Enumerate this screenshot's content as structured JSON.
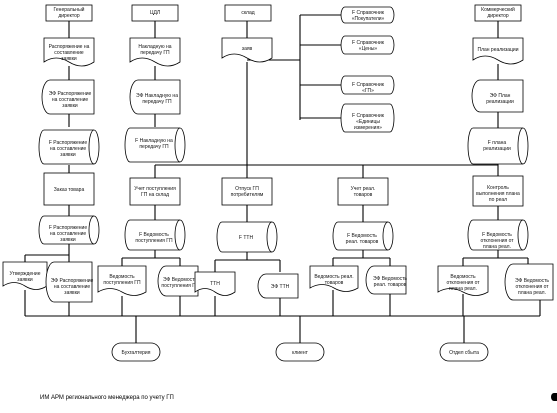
{
  "nodes": {
    "gendir": "Генеральный директор",
    "cdl": "ЦДЛ",
    "skl": "склад",
    "sprav_pok": "F Справочник «Покупатели»",
    "sprav_tsen": "F Справочник «Цены»",
    "sprav_gp": "F Справочник «ГП»",
    "sprav_ed": "F Справочник «Единицы измерения»",
    "komdir": "Коммерческий директор",
    "razr1": "Распоряжение на составление заявки",
    "nakl1": "Накладную на передачу ГП",
    "zayav": "заяв",
    "plan1": "План реализации",
    "razr_ef": "ЭФ Распоряжение на составление заявки",
    "nakl_ef": "ЭФ Накладную на передачу ГП",
    "plan_ef": "ЭФ План реализации",
    "razr_f": "F Распоряжение на составление заявки",
    "nakl_f": "F Накладную на передачу ГП",
    "plan_f": "F плана реализации",
    "zakaz": "Заказ товара",
    "uchet_post": "Учет поступления ГП на склад",
    "otpusk": "Отпуск ГП потребителям",
    "uchet_real": "Учет реал. товаров",
    "kontrol": "Контроль выполнения плана по реал",
    "razr_f2": "F Распоряжение на составление заявки",
    "ved_post_f": "F Ведомость поступления ГП",
    "ttn_f": "F ТТН",
    "ved_real_f": "F Ведомость реал. товаров",
    "ved_otkl_f": "F Ведомость отклонения от плана реал.",
    "utv": "Утверждение заявки",
    "ef_razr2": "ЭФ Распоряжение на составление заявки",
    "ved_post_doc": "Ведомость поступления ГП",
    "ef_ved_post": "ЭФ Ведомость поступления ГП",
    "ttn_doc": "ТТН",
    "ef_ttn": "ЭФ ТТН",
    "ved_real_doc": "Ведомость реал. товаров",
    "ef_ved_real": "ЭФ Ведомость реал. товаров",
    "ved_otkl_doc": "Ведомость отклонения от плана реал.",
    "ef_ved_otkl": "ЭФ Ведомость отклонения от плана реал.",
    "buh": "Бухгалтерия",
    "klient": "клиент",
    "otdel": "Отдел сбыта"
  },
  "caption": "ИМ АРМ регионального менеджера по учету ГП"
}
